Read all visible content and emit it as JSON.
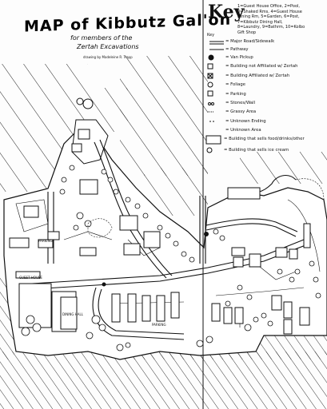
{
  "map": {
    "title": "MAP of Kibbutz Gal'on",
    "subtitle_1": "for members of the",
    "subtitle_2": "Zertah Excavations",
    "credit": "drawing by Madeleine R. Trapp",
    "key_title": "Key",
    "key_label": "Key",
    "numbered_list": [
      "1=Guest House Office, 2=Pool,",
      "3=Shaked Rms, 4=Guest House",
      "Dining Rm, 5=Garden, 6=Post,",
      "7=Kibbutz Dining Hall,",
      "8=Laundry, 9=Bathrm, 10=Kolbo",
      "Gift Shop"
    ],
    "legend": [
      {
        "symbol": "double-line",
        "label": "= Major Road/Sidewalk"
      },
      {
        "symbol": "single-line",
        "label": "= Pathway"
      },
      {
        "symbol": "filled-dot",
        "label": "= Van Pickup"
      },
      {
        "symbol": "open-box",
        "label": "= Building not Affiliated w/ Zertah"
      },
      {
        "symbol": "x-box",
        "label": "= Building Affiliated w/ Zertah"
      },
      {
        "symbol": "tree",
        "label": "= Foliage"
      },
      {
        "symbol": "parking",
        "label": "= Parking"
      },
      {
        "symbol": "stones",
        "label": "= Stones/Wall"
      },
      {
        "symbol": "grass",
        "label": "= Grassy Area"
      },
      {
        "symbol": "dashed-line",
        "label": "= Unknown Ending"
      },
      {
        "symbol": "question",
        "label": "= Unknown Area"
      },
      {
        "symbol": "food-shop",
        "label": "= Building that sells food/drinks/other"
      },
      {
        "symbol": "ice-cream",
        "label": "= Building that sells ice cream"
      }
    ],
    "building_labels": {
      "guest_house": "GUEST HOUSE",
      "parking_left": "PARKING",
      "parking_bottom": "PARKING",
      "dining": "DINING HALL"
    }
  }
}
